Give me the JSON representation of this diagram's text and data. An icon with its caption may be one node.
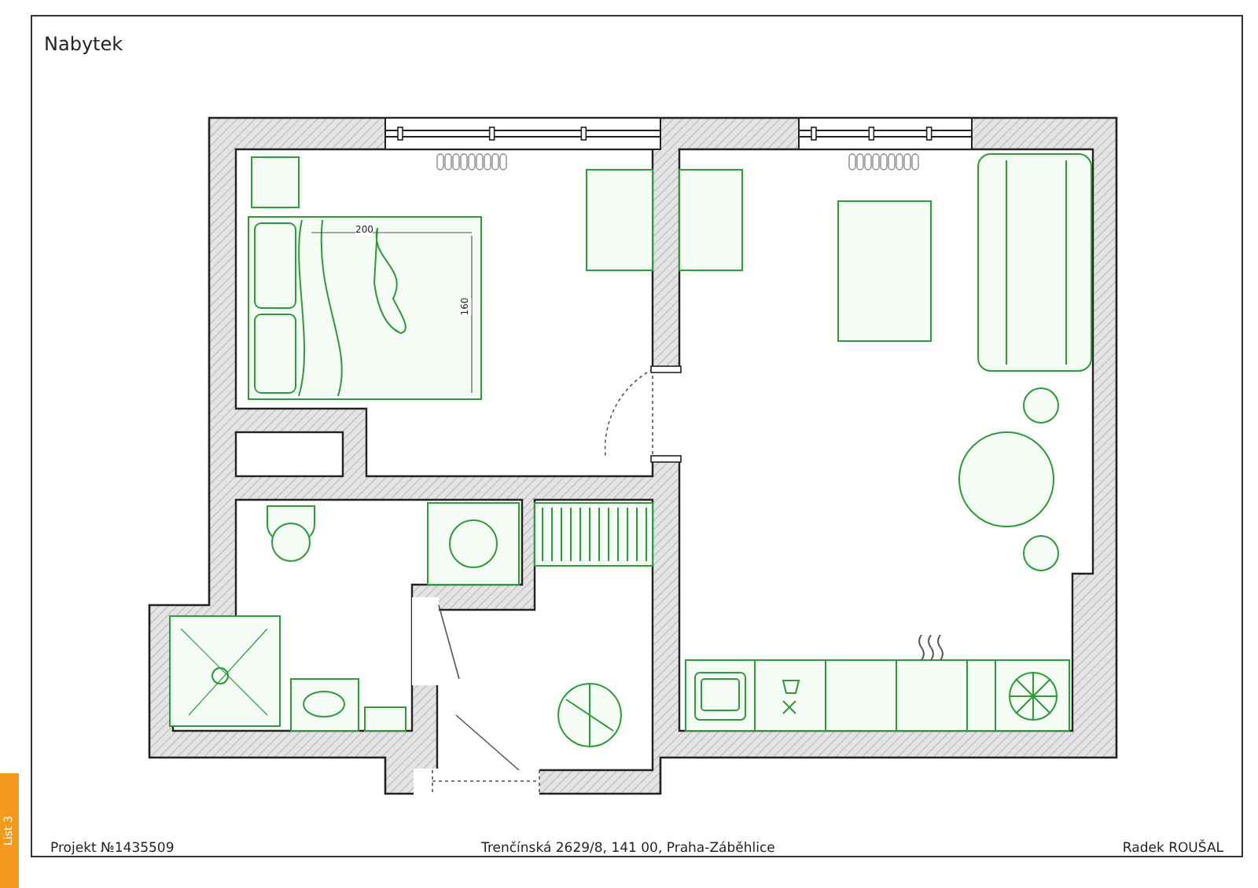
{
  "diagram": {
    "title": "Nabytek",
    "labels": [
      "200",
      "160",
      "Projekt №1435509",
      "Trenčínská 2629/8, 141 00, Praha-Záběhlice",
      "Radek ROUŠAL",
      "List 3"
    ]
  }
}
